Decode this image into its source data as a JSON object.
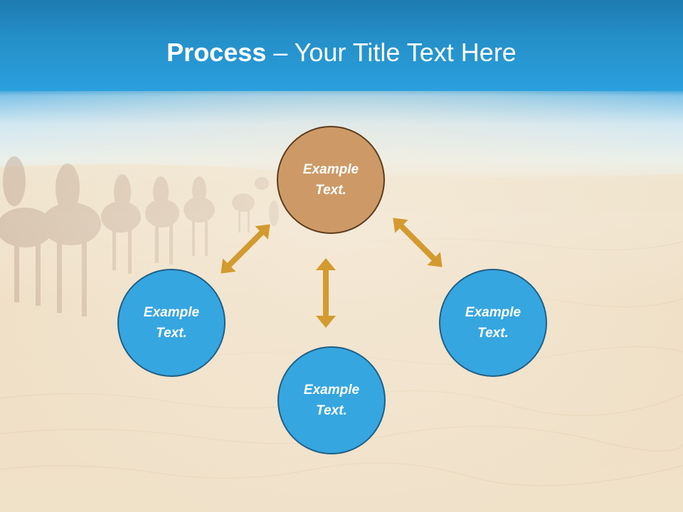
{
  "title": {
    "bold": "Process",
    "rest": " – Your Title Text Here"
  },
  "nodes": {
    "center": "Example Text.",
    "left": "Example Text.",
    "right": "Example Text.",
    "bottom": "Example Text."
  },
  "colors": {
    "title_bar": "#2590c9",
    "node_blue": "#36a6e0",
    "node_center": "#cd9a67",
    "arrow": "#d39a2f"
  }
}
